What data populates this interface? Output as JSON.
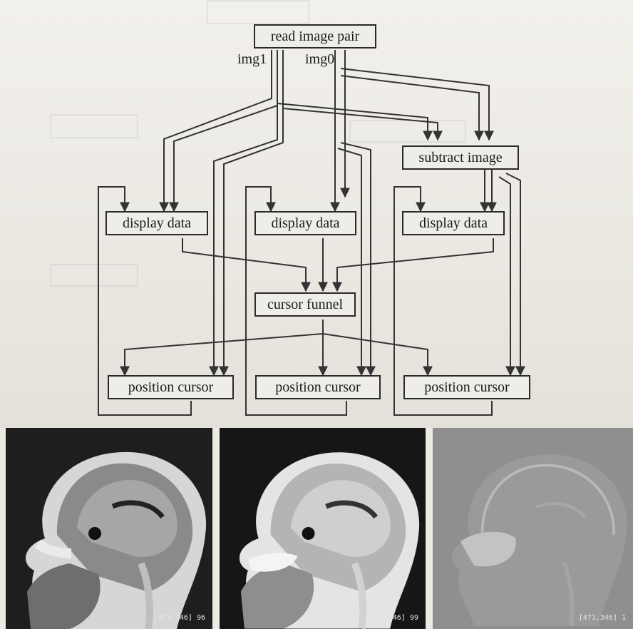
{
  "nodes": {
    "read": "read image pair",
    "subtract": "subtract image",
    "display_left": "display data",
    "display_mid": "display data",
    "display_right": "display data",
    "funnel": "cursor funnel",
    "pos_left": "position cursor",
    "pos_mid": "position cursor",
    "pos_right": "position cursor"
  },
  "ports": {
    "img1": "img1",
    "img0": "img0"
  },
  "panels": {
    "left": {
      "readout": "[471,346] 96",
      "style": "t1"
    },
    "mid": {
      "readout": "[471,346] 99",
      "style": "t2"
    },
    "right": {
      "readout": "[471,346] 1",
      "style": "difference"
    }
  }
}
